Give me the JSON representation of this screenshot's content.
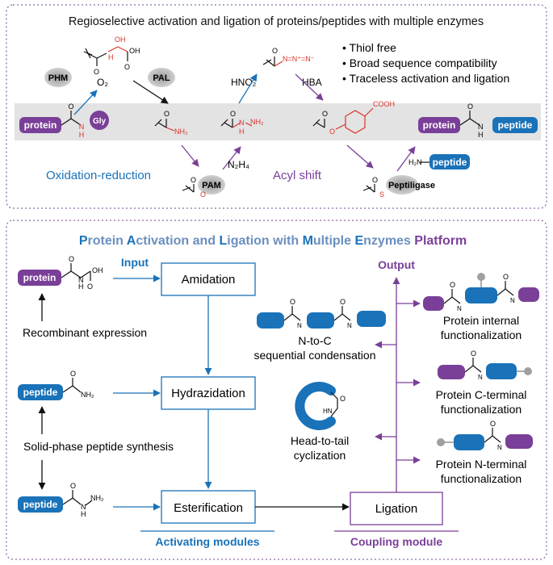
{
  "top_panel": {
    "title": "Regioselective activation and ligation of proteins/peptides with multiple enzymes",
    "bullets": [
      "Thiol free",
      "Broad sequence compatibility",
      "Traceless activation and ligation"
    ],
    "enzymes": {
      "phm": "PHM",
      "pal": "PAL",
      "pam": "PAM",
      "peptiligase": "Peptiligase"
    },
    "reagents": {
      "o2": "O₂",
      "hno2": "HNO₂",
      "hba": "HBA",
      "n2h4": "N₂H₄"
    },
    "pills": {
      "protein": "protein",
      "gly": "Gly",
      "peptide": "peptide"
    },
    "labels": {
      "oxred": "Oxidation-reduction",
      "acyl": "Acyl shift"
    },
    "chem": {
      "oh": "OH",
      "o": "O",
      "nh2": "NH₂",
      "h": "H",
      "n": "N",
      "cooh": "COOH",
      "s": "S",
      "h2n": "H₂N",
      "azide": "N=N⁺=N⁻"
    }
  },
  "bottom_panel": {
    "title_parts": [
      {
        "text": "P",
        "color": "#1a72b8"
      },
      {
        "text": "rotein ",
        "color": "#6b8fbf"
      },
      {
        "text": "A",
        "color": "#1a72b8"
      },
      {
        "text": "ctivation and ",
        "color": "#6b8fbf"
      },
      {
        "text": "L",
        "color": "#1a72b8"
      },
      {
        "text": "igation with ",
        "color": "#6b8fbf"
      },
      {
        "text": "M",
        "color": "#1a72b8"
      },
      {
        "text": "ultiple ",
        "color": "#6b8fbf"
      },
      {
        "text": "E",
        "color": "#1a72b8"
      },
      {
        "text": "nzymes ",
        "color": "#6b8fbf"
      },
      {
        "text": "Platform",
        "color": "#7a3f98"
      }
    ],
    "input_label": "Input",
    "output_label": "Output",
    "boxes": {
      "amidation": "Amidation",
      "hydrazidation": "Hydrazidation",
      "esterification": "Esterification",
      "ligation": "Ligation"
    },
    "sources": {
      "recombinant": "Recombinant expression",
      "spps": "Solid-phase peptide synthesis"
    },
    "modules": {
      "activating": "Activating modules",
      "coupling": "Coupling module"
    },
    "outputs": {
      "nc_line1": "N-to-C",
      "nc_line2": "sequential condensation",
      "ht_line1": "Head-to-tail",
      "ht_line2": "cyclization",
      "int_line1": "Protein internal",
      "int_line2": "functionalization",
      "cterm_line1": "Protein C-terminal",
      "cterm_line2": "functionalization",
      "nterm_line1": "Protein N-terminal",
      "nterm_line2": "functionalization"
    },
    "pills": {
      "protein": "protein",
      "peptide": "peptide"
    },
    "chem": {
      "o": "O",
      "oh": "OH",
      "h": "H",
      "n": "N",
      "nh2": "NH₂",
      "hn": "HN"
    }
  },
  "colors": {
    "blue": "#1a72b8",
    "purple": "#7a3f98",
    "red": "#d9342b",
    "grey_band": "#e3e3e3",
    "dotted": "#8e6aa6"
  }
}
